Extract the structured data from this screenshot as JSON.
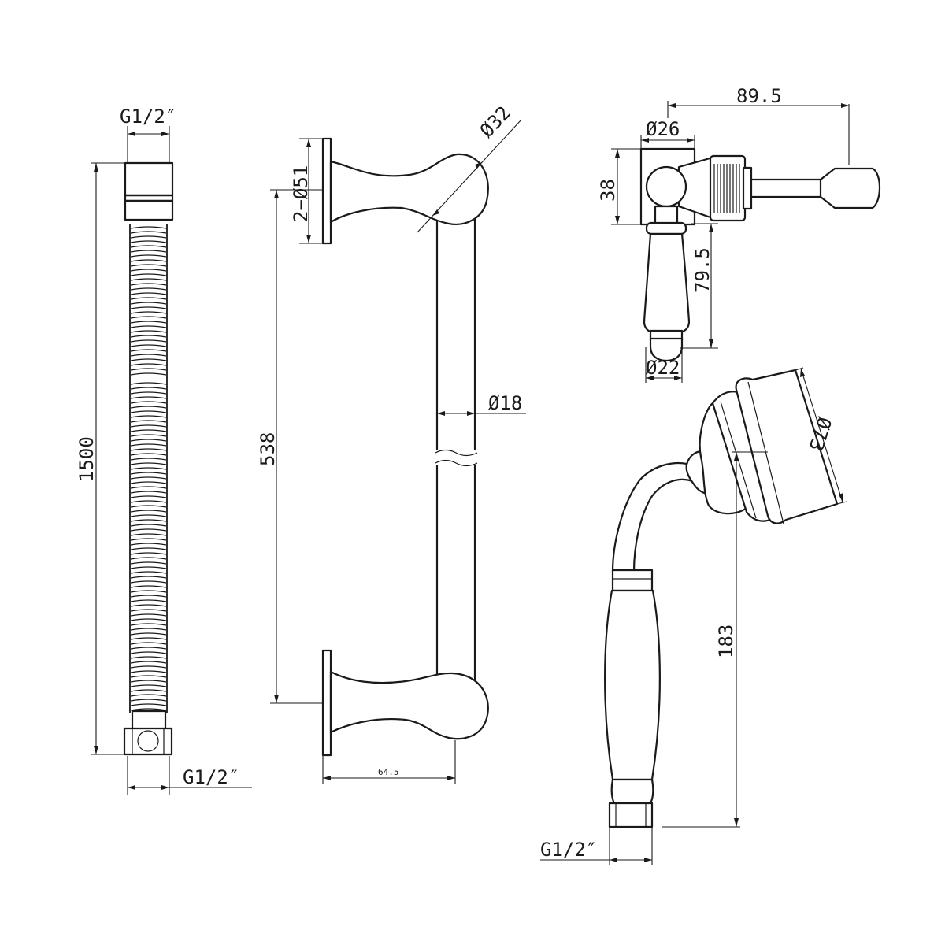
{
  "hose": {
    "top_thread": "G1/2″",
    "length": "1500",
    "bottom_thread": "G1/2″"
  },
  "rail": {
    "flange_diameter": "2−Ø51",
    "ball_diameter": "Ø32",
    "height": "538",
    "tube_diameter": "Ø18",
    "projection": "64.5"
  },
  "valve": {
    "reach": "89.5",
    "body_diameter": "Ø26",
    "body_height": "38",
    "lever_drop": "79.5",
    "knob_diameter": "Ø22"
  },
  "handshower": {
    "head_diameter": "Ø73",
    "handle_length": "183",
    "thread": "G1/2″"
  }
}
